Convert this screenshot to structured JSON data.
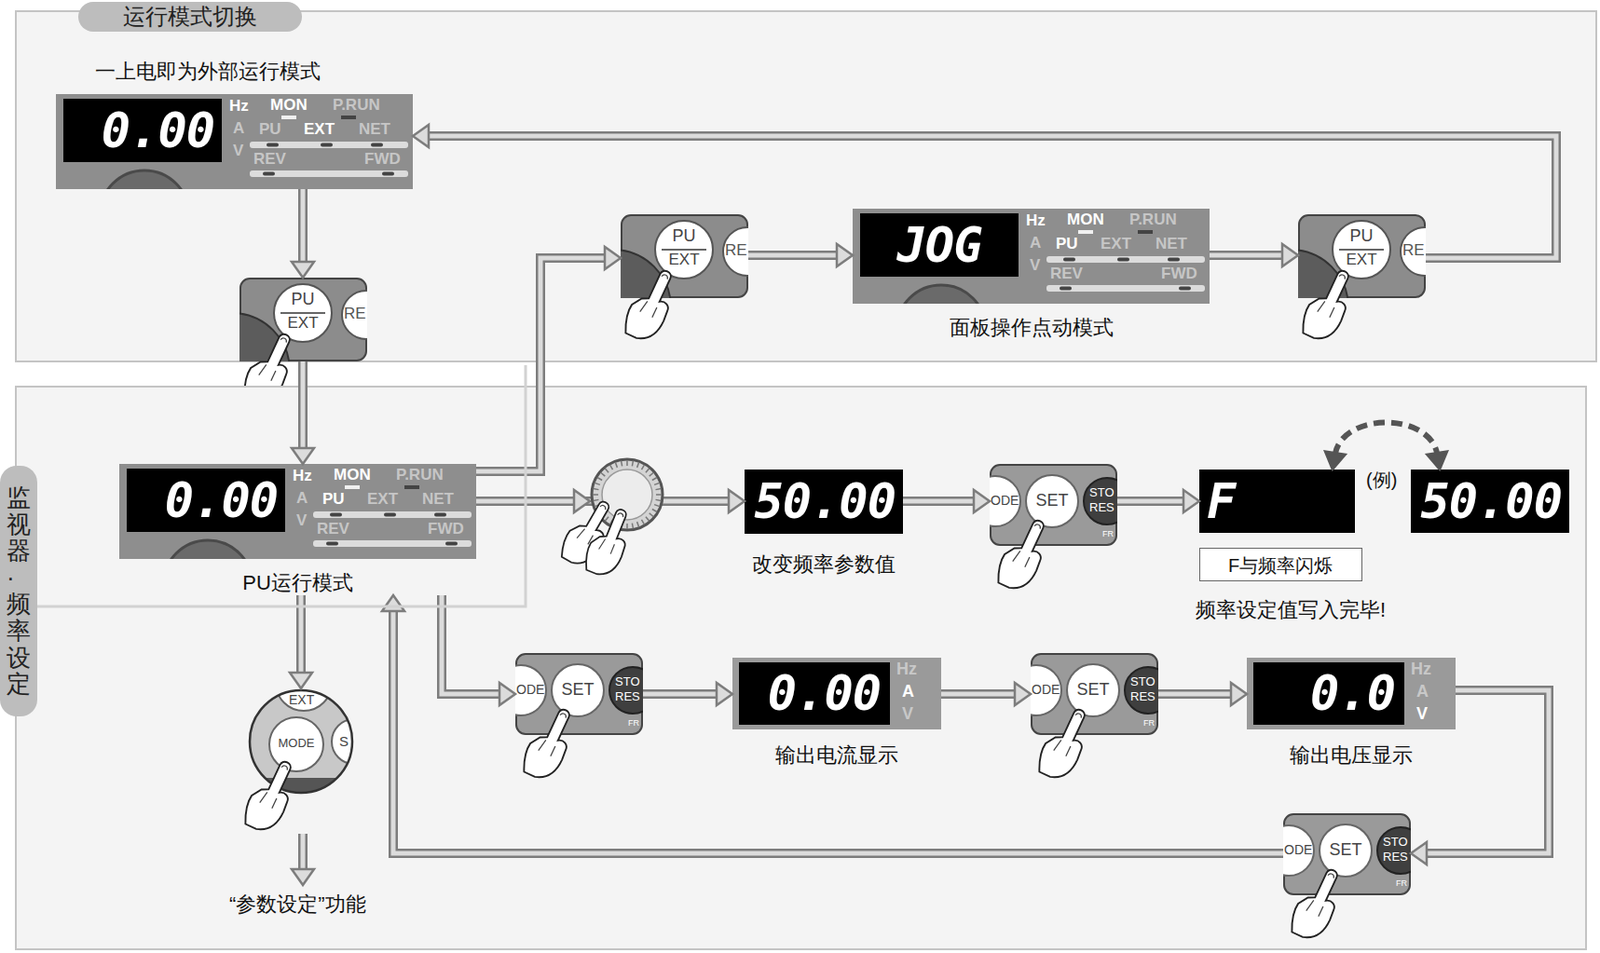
{
  "diagram": {
    "nodes": [
      {
        "text": [
          "运行模式切换"
        ]
      },
      {
        "text": [
          "一上电即为外部运行模式",
          "0.00",
          "Hz",
          "A",
          "V",
          "MON",
          "P.RUN",
          "PU",
          "EXT",
          "NET",
          "REV",
          "FWD"
        ],
        "in": 0
      },
      {
        "text": [
          "PU",
          "EXT",
          "RE"
        ],
        "in": 0
      },
      {
        "text": [
          "PU",
          "EXT",
          "RE"
        ],
        "in": 0
      },
      {
        "text": [
          "JOG",
          "Hz",
          "A",
          "V",
          "MON",
          "P.RUN",
          "PU",
          "EXT",
          "NET",
          "REV",
          "FWD",
          "面板操作点动模式"
        ],
        "in": 0
      },
      {
        "text": [
          "PU",
          "EXT",
          "RE"
        ],
        "in": 0
      },
      {
        "text": [
          "监视器·频率设定"
        ]
      },
      {
        "text": [
          "0.00",
          "Hz",
          "A",
          "V",
          "MON",
          "P.RUN",
          "PU",
          "EXT",
          "NET",
          "REV",
          "FWD",
          "PU运行模式"
        ],
        "in": 6
      },
      {
        "text": [
          "50.00",
          "改变频率参数值"
        ],
        "in": 6
      },
      {
        "text": [
          "ODE",
          "SET",
          "STO",
          "RES",
          "FR"
        ],
        "in": 6
      },
      {
        "text": [
          "F"
        ],
        "in": 6
      },
      {
        "text": [
          "50.00"
        ],
        "in": 6
      },
      {
        "text": [
          "F与频率闪烁"
        ],
        "in": 6
      },
      {
        "text": [
          "EXT",
          "MODE",
          "S"
        ],
        "in": 6
      },
      {
        "text": [
          "ODE",
          "SET",
          "STO",
          "RES",
          "FR"
        ],
        "in": 6
      },
      {
        "text": [
          "0.00",
          "Hz",
          "A",
          "V",
          "输出电流显示"
        ],
        "in": 6
      },
      {
        "text": [
          "ODE",
          "SET",
          "STO",
          "RES",
          "FR"
        ],
        "in": 6
      },
      {
        "text": [
          "0.0",
          "Hz",
          "A",
          "V",
          "输出电压显示"
        ],
        "in": 6
      },
      {
        "text": [
          "ODE",
          "SET",
          "STO",
          "RES",
          "FR"
        ],
        "in": 6
      }
    ],
    "edges": [
      {
        "from": 1,
        "to": 2,
        "arrow": "to"
      },
      {
        "from": 2,
        "to": 7,
        "arrow": "to"
      },
      {
        "from": 7,
        "to": 3,
        "arrow": "to"
      },
      {
        "from": 3,
        "to": 4,
        "arrow": "to"
      },
      {
        "from": 4,
        "to": 5,
        "arrow": "to"
      },
      {
        "from": 5,
        "to": 1,
        "arrow": "to"
      },
      {
        "from": 7,
        "to": 8,
        "arrow": "to"
      },
      {
        "from": 8,
        "to": 9,
        "arrow": "to"
      },
      {
        "from": 9,
        "to": 10,
        "arrow": "to"
      },
      {
        "from": 10,
        "to": 11,
        "arrow": "both"
      },
      {
        "from": 7,
        "to": 13,
        "arrow": "to"
      },
      {
        "from": 7,
        "to": 14,
        "arrow": "to"
      },
      {
        "from": 14,
        "to": 15,
        "arrow": "to"
      },
      {
        "from": 15,
        "to": 16,
        "arrow": "to"
      },
      {
        "from": 16,
        "to": 17,
        "arrow": "to"
      },
      {
        "from": 17,
        "to": 18,
        "arrow": "to"
      },
      {
        "from": 18,
        "to": 7,
        "arrow": "to"
      }
    ],
    "labels": [
      "(例)",
      "频率设定值写入完毕!",
      "“参数设定”功能"
    ]
  }
}
